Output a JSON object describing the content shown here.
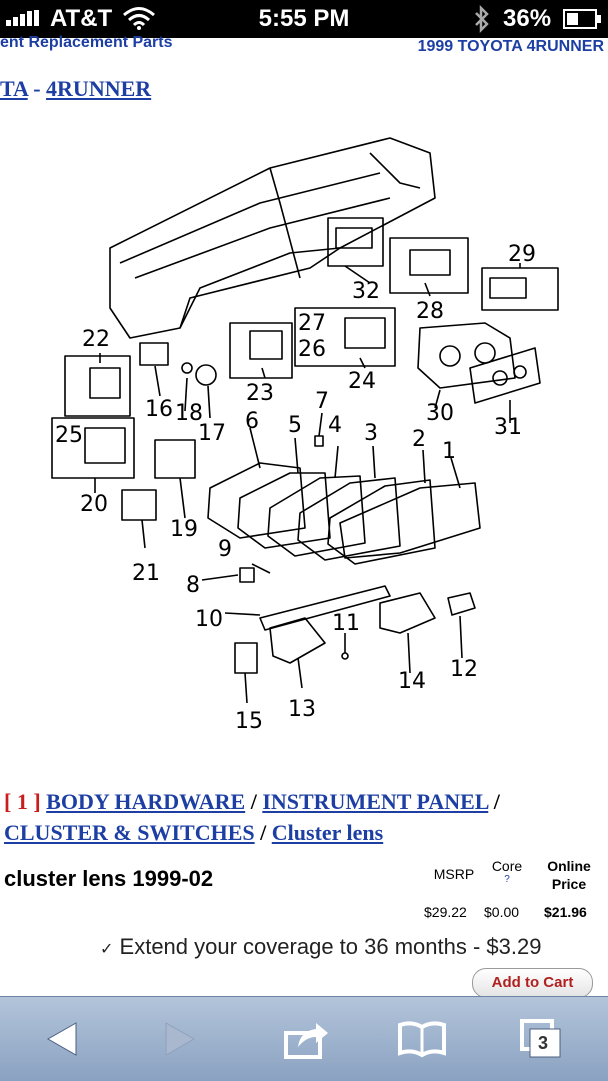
{
  "status_bar": {
    "carrier": "AT&T",
    "time": "5:55 PM",
    "battery": "36%"
  },
  "header": {
    "left_text": "ent Replacement Parts",
    "right_text": "1999 TOYOTA 4RUNNER"
  },
  "breadcrumb": {
    "make": "TA",
    "separator": "-",
    "model": "4RUNNER"
  },
  "diagram": {
    "callouts": [
      "1",
      "2",
      "3",
      "4",
      "5",
      "6",
      "7",
      "8",
      "9",
      "10",
      "11",
      "12",
      "13",
      "14",
      "15",
      "16",
      "17",
      "18",
      "19",
      "20",
      "21",
      "22",
      "23",
      "24",
      "25",
      "26",
      "27",
      "28",
      "29",
      "30",
      "31",
      "32"
    ]
  },
  "category": {
    "index_open": "[",
    "index": "1",
    "index_close": "]",
    "links": [
      "BODY HARDWARE",
      "INSTRUMENT PANEL",
      "CLUSTER & SWITCHES",
      "Cluster lens"
    ],
    "separator": "/"
  },
  "product": {
    "name": "cluster lens 1999-02",
    "headers": {
      "msrp": "MSRP",
      "core": "Core",
      "core_help": "?",
      "online": "Online",
      "price": "Price"
    },
    "msrp": "$29.22",
    "core": "$0.00",
    "online_price": "$21.96",
    "coverage_check": "✓",
    "coverage_text": "Extend your coverage to 36 months - $3.29",
    "add_to_cart": "Add to Cart"
  },
  "toolbar": {
    "tabs_count": "3"
  },
  "colors": {
    "link": "#1d3fa3",
    "index_red": "#c81e1e",
    "cart_text": "#b0201f"
  }
}
